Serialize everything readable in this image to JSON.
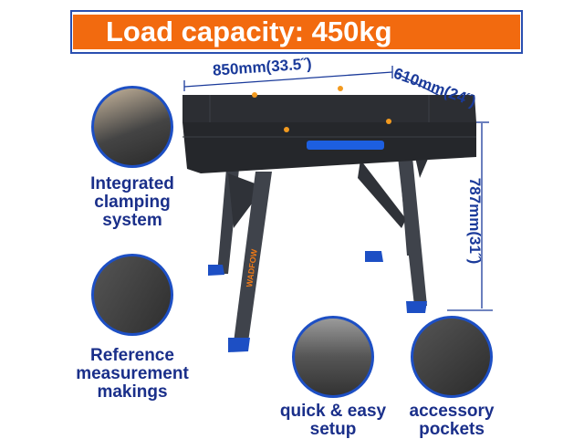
{
  "banner": {
    "title": "Load capacity: 450kg"
  },
  "dimensions": {
    "width": "850mm(33.5˝)",
    "depth": "610mm(24˝)",
    "height": "787mm(31˝)"
  },
  "brand": "WADFOW",
  "features": [
    {
      "label": "Integrated clamping system"
    },
    {
      "label": "Reference measurement makings"
    },
    {
      "label": "quick & easy setup"
    },
    {
      "label": "accessory pockets"
    }
  ],
  "colors": {
    "orange": "#f26a0f",
    "blue": "#1d4fc4",
    "text": "#1a2f8a"
  }
}
